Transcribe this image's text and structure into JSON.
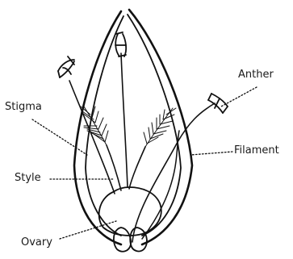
{
  "diagram": {
    "labels": {
      "anther": "Anther",
      "stigma": "Stigma",
      "filament": "Filament",
      "style": "Style",
      "ovary": "Ovary"
    }
  }
}
